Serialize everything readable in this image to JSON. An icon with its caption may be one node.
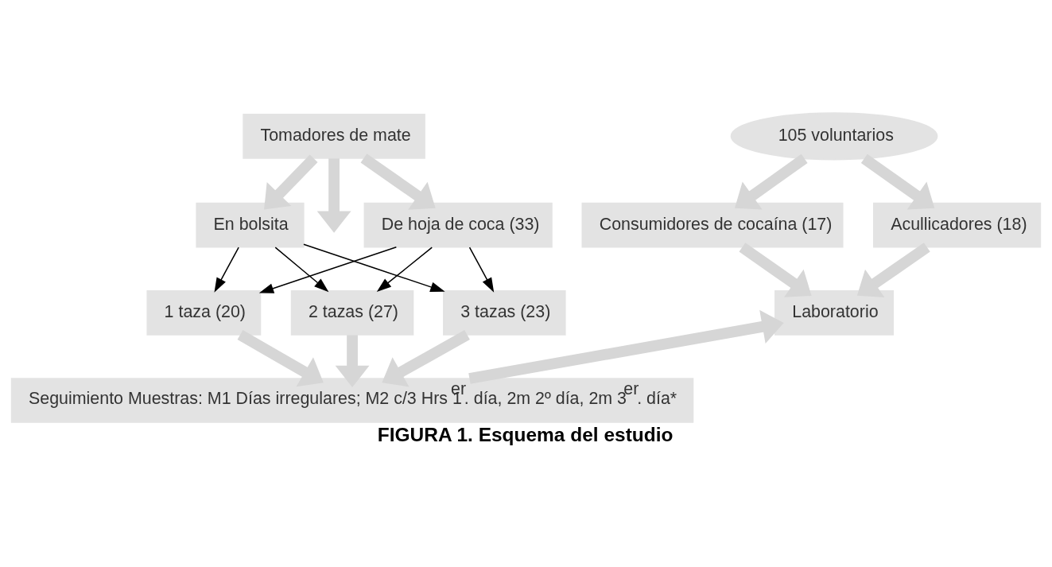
{
  "diagram": {
    "caption": "FIGURA 1. Esquema del estudio",
    "nodes": [
      {
        "text": [
          "105 voluntarios"
        ]
      },
      {
        "text": [
          "Tomadores de mate"
        ]
      },
      {
        "text": [
          "Consumidores de cocaína (17)"
        ]
      },
      {
        "text": [
          "Acullicadores (18)"
        ]
      },
      {
        "text": [
          "En bolsita"
        ]
      },
      {
        "text": [
          "De hoja de coca (33)"
        ]
      },
      {
        "text": [
          "1 taza (20)"
        ]
      },
      {
        "text": [
          "2 tazas (27)"
        ]
      },
      {
        "text": [
          "3 tazas (23)"
        ]
      },
      {
        "text": [
          "Laboratorio"
        ]
      },
      {
        "text": [
          "Seguimiento Muestras: M1 Días irregulares; M2 c/3 Hrs 1$^{er}$. día, 2m 2º día, 2m 3$^{er}$. día*"
        ]
      }
    ],
    "edges": [
      {
        "from": 0,
        "to": 2,
        "arrow": "to"
      },
      {
        "from": 0,
        "to": 3,
        "arrow": "to"
      },
      {
        "from": 1,
        "to": 4,
        "arrow": "to"
      },
      {
        "from": 1,
        "to": null,
        "arrow": "to"
      },
      {
        "from": 1,
        "to": 5,
        "arrow": "to"
      },
      {
        "from": 4,
        "to": 6,
        "arrow": "to",
        "color": "#000000"
      },
      {
        "from": 4,
        "to": 7,
        "arrow": "to",
        "color": "#000000"
      },
      {
        "from": 4,
        "to": 8,
        "arrow": "to",
        "color": "#000000"
      },
      {
        "from": 5,
        "to": 6,
        "arrow": "to",
        "color": "#000000"
      },
      {
        "from": 5,
        "to": 7,
        "arrow": "to",
        "color": "#000000"
      },
      {
        "from": 5,
        "to": 8,
        "arrow": "to",
        "color": "#000000"
      },
      {
        "from": 2,
        "to": 9,
        "arrow": "to"
      },
      {
        "from": 3,
        "to": 9,
        "arrow": "to"
      },
      {
        "from": 6,
        "to": 10,
        "arrow": "to"
      },
      {
        "from": 7,
        "to": 10,
        "arrow": "to"
      },
      {
        "from": 8,
        "to": 10,
        "arrow": "to"
      },
      {
        "from": 10,
        "to": 9,
        "arrow": "to"
      }
    ]
  }
}
